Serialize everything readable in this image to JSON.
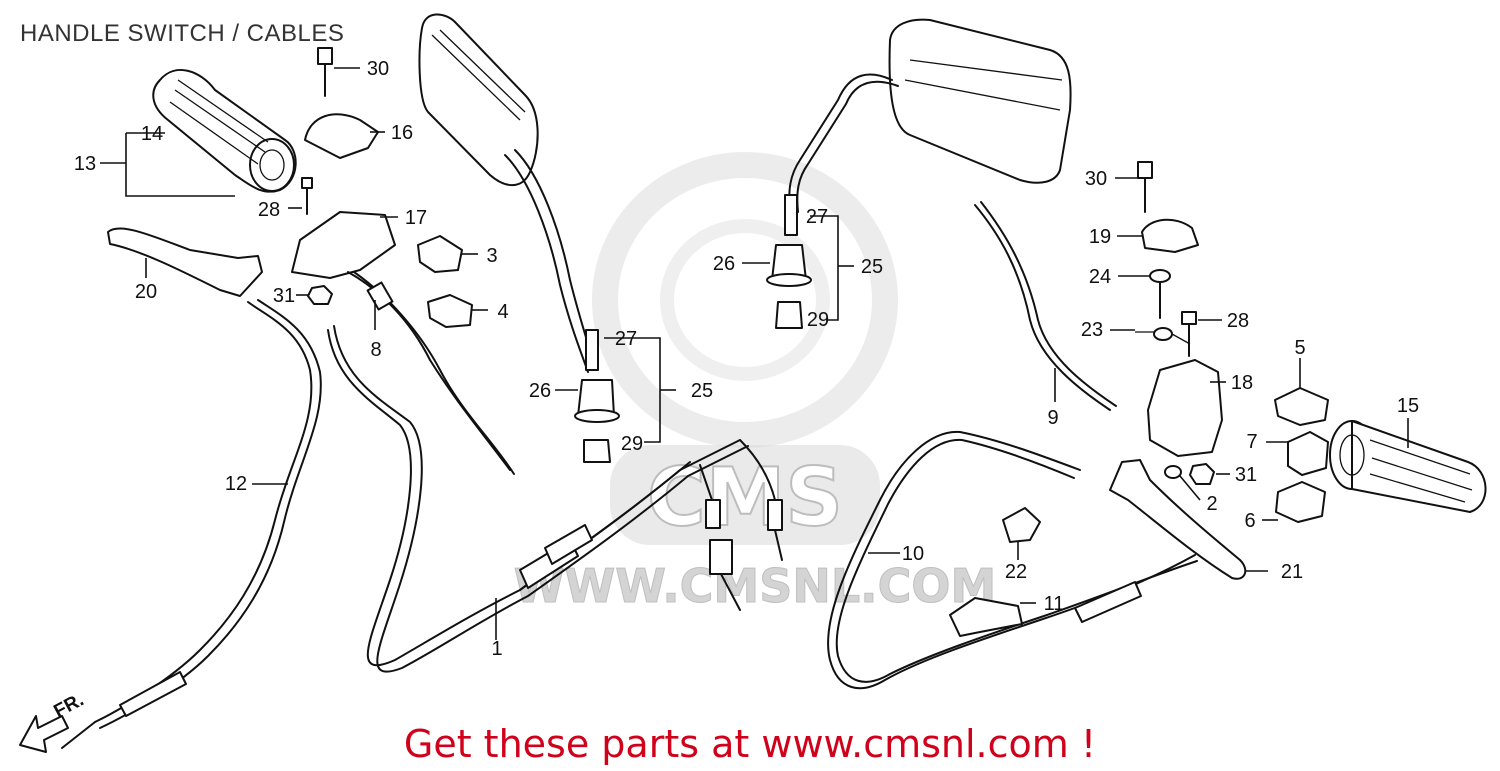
{
  "diagram": {
    "title": "HANDLE SWITCH / CABLES",
    "footer": "Get these parts at www.cmsnl.com !",
    "direction_marker": "FR.",
    "watermark": {
      "brand": "CMS",
      "url": "WWW.CMSNL.COM"
    },
    "colors": {
      "footer_text": "#d0011b",
      "line_art": "#111111",
      "watermark": "#d9d9d9"
    },
    "callouts": {
      "c1": "1",
      "c2": "2",
      "c3": "3",
      "c4": "4",
      "c5": "5",
      "c6": "6",
      "c7": "7",
      "c8": "8",
      "c9": "9",
      "c10": "10",
      "c11": "11",
      "c12": "12",
      "c13": "13",
      "c14": "14",
      "c15": "15",
      "c16": "16",
      "c17": "17",
      "c18": "18",
      "c19": "19",
      "c20": "20",
      "c21": "21",
      "c22": "22",
      "c23": "23",
      "c24": "24",
      "c25": "25",
      "c26": "26",
      "c27": "27",
      "c28": "28",
      "c29": "29",
      "c30": "30",
      "c31": "31"
    }
  }
}
